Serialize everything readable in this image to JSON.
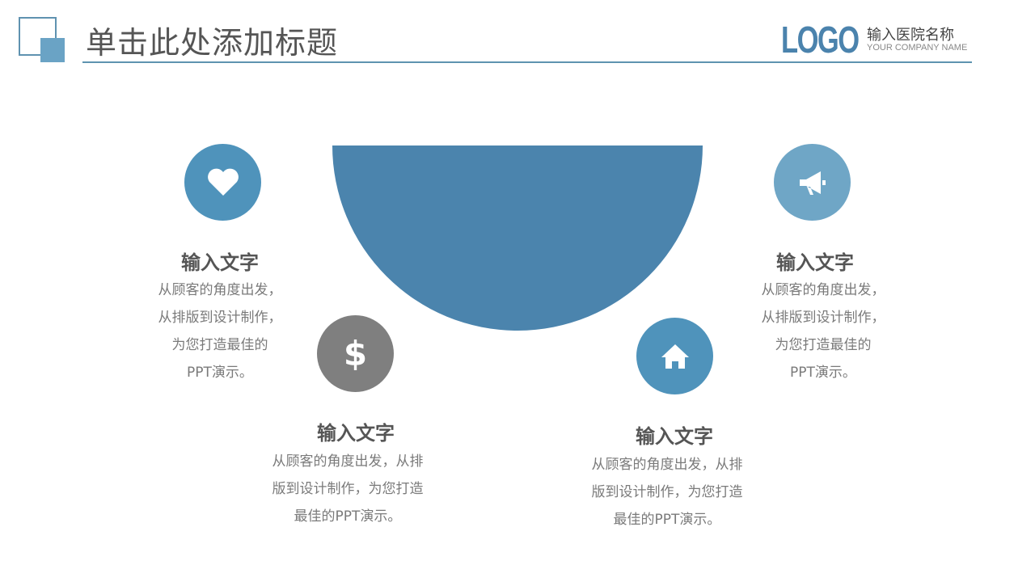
{
  "header": {
    "title": "单击此处添加标题",
    "logo": "LOGO",
    "hospital_name": "输入医院名称",
    "company_name": "YOUR COMPANY NAME"
  },
  "items": [
    {
      "icon": "heart-icon",
      "color": "#4f93bb",
      "heading": "输入文字",
      "lines": [
        "从顾客的角度出发，",
        "从排版到设计制作，",
        "为您打造最佳的",
        "PPT演示。"
      ]
    },
    {
      "icon": "dollar-icon",
      "color": "#7f7f7f",
      "heading": "输入文字",
      "lines": [
        "从顾客的角度出发，从排",
        "版到设计制作，为您打造",
        "最佳的PPT演示。"
      ]
    },
    {
      "icon": "home-icon",
      "color": "#4f93bb",
      "heading": "输入文字",
      "lines": [
        "从顾客的角度出发，从排",
        "版到设计制作，为您打造",
        "最佳的PPT演示。"
      ]
    },
    {
      "icon": "megaphone-icon",
      "color": "#6fa6c6",
      "heading": "输入文字",
      "lines": [
        "从顾客的角度出发，",
        "从排版到设计制作，",
        "为您打造最佳的",
        "PPT演示。"
      ]
    }
  ]
}
